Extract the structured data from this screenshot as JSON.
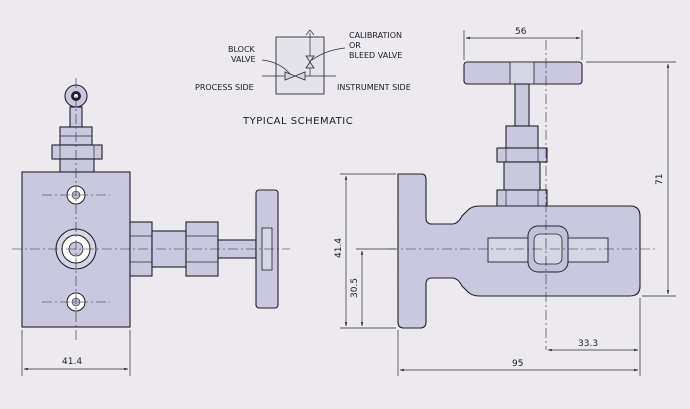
{
  "schematic": {
    "block_valve_line1": "BLOCK",
    "block_valve_line2": "VALVE",
    "calibration_line1": "CALIBRATION",
    "calibration_line2": "OR",
    "calibration_line3": "BLEED VALVE",
    "process_side": "PROCESS SIDE",
    "instrument_side": "INSTRUMENT SIDE",
    "title": "TYPICAL SCHEMATIC"
  },
  "dimensions": {
    "front_width": "41.4",
    "top_width": "56",
    "overall_height": "71",
    "flange_height": "41.4",
    "port_height": "30.5",
    "port_offset": "33.3",
    "overall_length": "95"
  }
}
